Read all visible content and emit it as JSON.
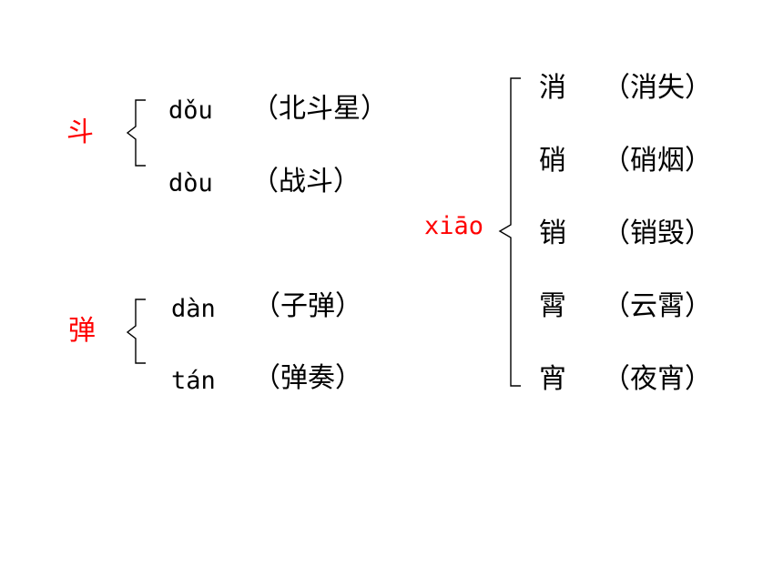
{
  "colors": {
    "accent": "#ff0000",
    "text": "#000000",
    "background": "#ffffff"
  },
  "group_dou": {
    "char": "斗",
    "rows": [
      {
        "pinyin": "dǒu",
        "word": "（北斗星）"
      },
      {
        "pinyin": "dòu",
        "word": "（战斗）"
      }
    ]
  },
  "group_dan": {
    "char": "弹",
    "rows": [
      {
        "pinyin": "dàn",
        "word": "（子弹）"
      },
      {
        "pinyin": "tán",
        "word": "（弹奏）"
      }
    ]
  },
  "group_xiao": {
    "pinyin": "xiāo",
    "rows": [
      {
        "char": "消",
        "word": "（消失）"
      },
      {
        "char": "硝",
        "word": "（硝烟）"
      },
      {
        "char": "销",
        "word": "（销毁）"
      },
      {
        "char": "霄",
        "word": "（云霄）"
      },
      {
        "char": "宵",
        "word": "（夜宵）"
      }
    ]
  }
}
